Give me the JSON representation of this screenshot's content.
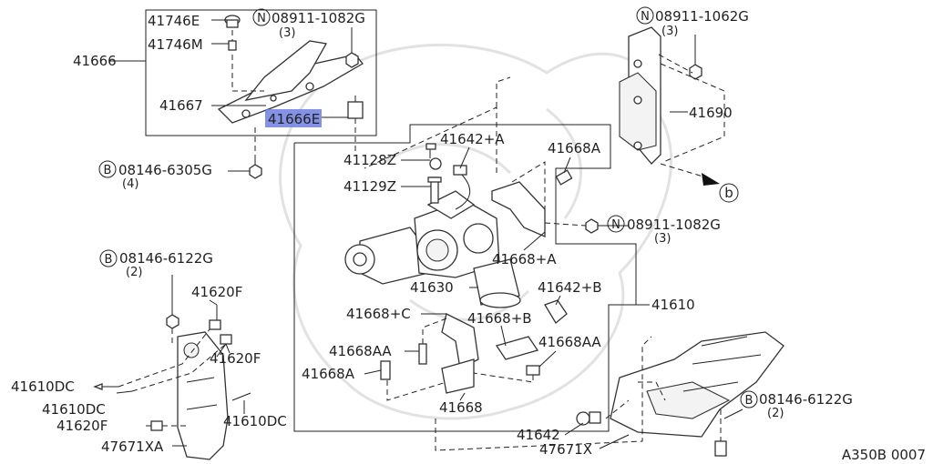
{
  "diagram_id": "A350B 0007",
  "highlight_part": "41666E",
  "labels": {
    "41746E": "41746E",
    "41746M": "41746M",
    "41666": "41666",
    "41667": "41667",
    "41666E": "41666E",
    "n1_code": "08911-1082G",
    "n1_qty": "(3)",
    "n2_code": "08911-1062G",
    "n2_qty": "(3)",
    "n3_code": "08911-1082G",
    "n3_qty": "(3)",
    "41690": "41690",
    "b1_code": "08146-6305G",
    "b1_qty": "(4)",
    "41128Z": "41128Z",
    "41129Z": "41129Z",
    "41642A": "41642+A",
    "41668A": "41668A",
    "41668pA": "41668+A",
    "41630": "41630",
    "41642B": "41642+B",
    "41610": "41610",
    "41668C": "41668+C",
    "41668B": "41668+B",
    "41668AA_l": "41668AA",
    "41668AA_r": "41668AA",
    "41668A_l": "41668A",
    "41668": "41668",
    "41642": "41642",
    "47671X": "47671X",
    "b2_code": "08146-6122G",
    "b2_qty": "(2)",
    "b3_code": "08146-6122G",
    "b3_qty": "(2)",
    "41620F_t": "41620F",
    "41620F_m": "41620F",
    "41620F_b": "41620F",
    "41610DC_1": "41610DC",
    "41610DC_2": "41610DC",
    "41610DC_3": "41610DC",
    "47671XA": "47671XA"
  },
  "symbols": {
    "nut": "N",
    "bolt": "B",
    "ref_b": "b"
  }
}
